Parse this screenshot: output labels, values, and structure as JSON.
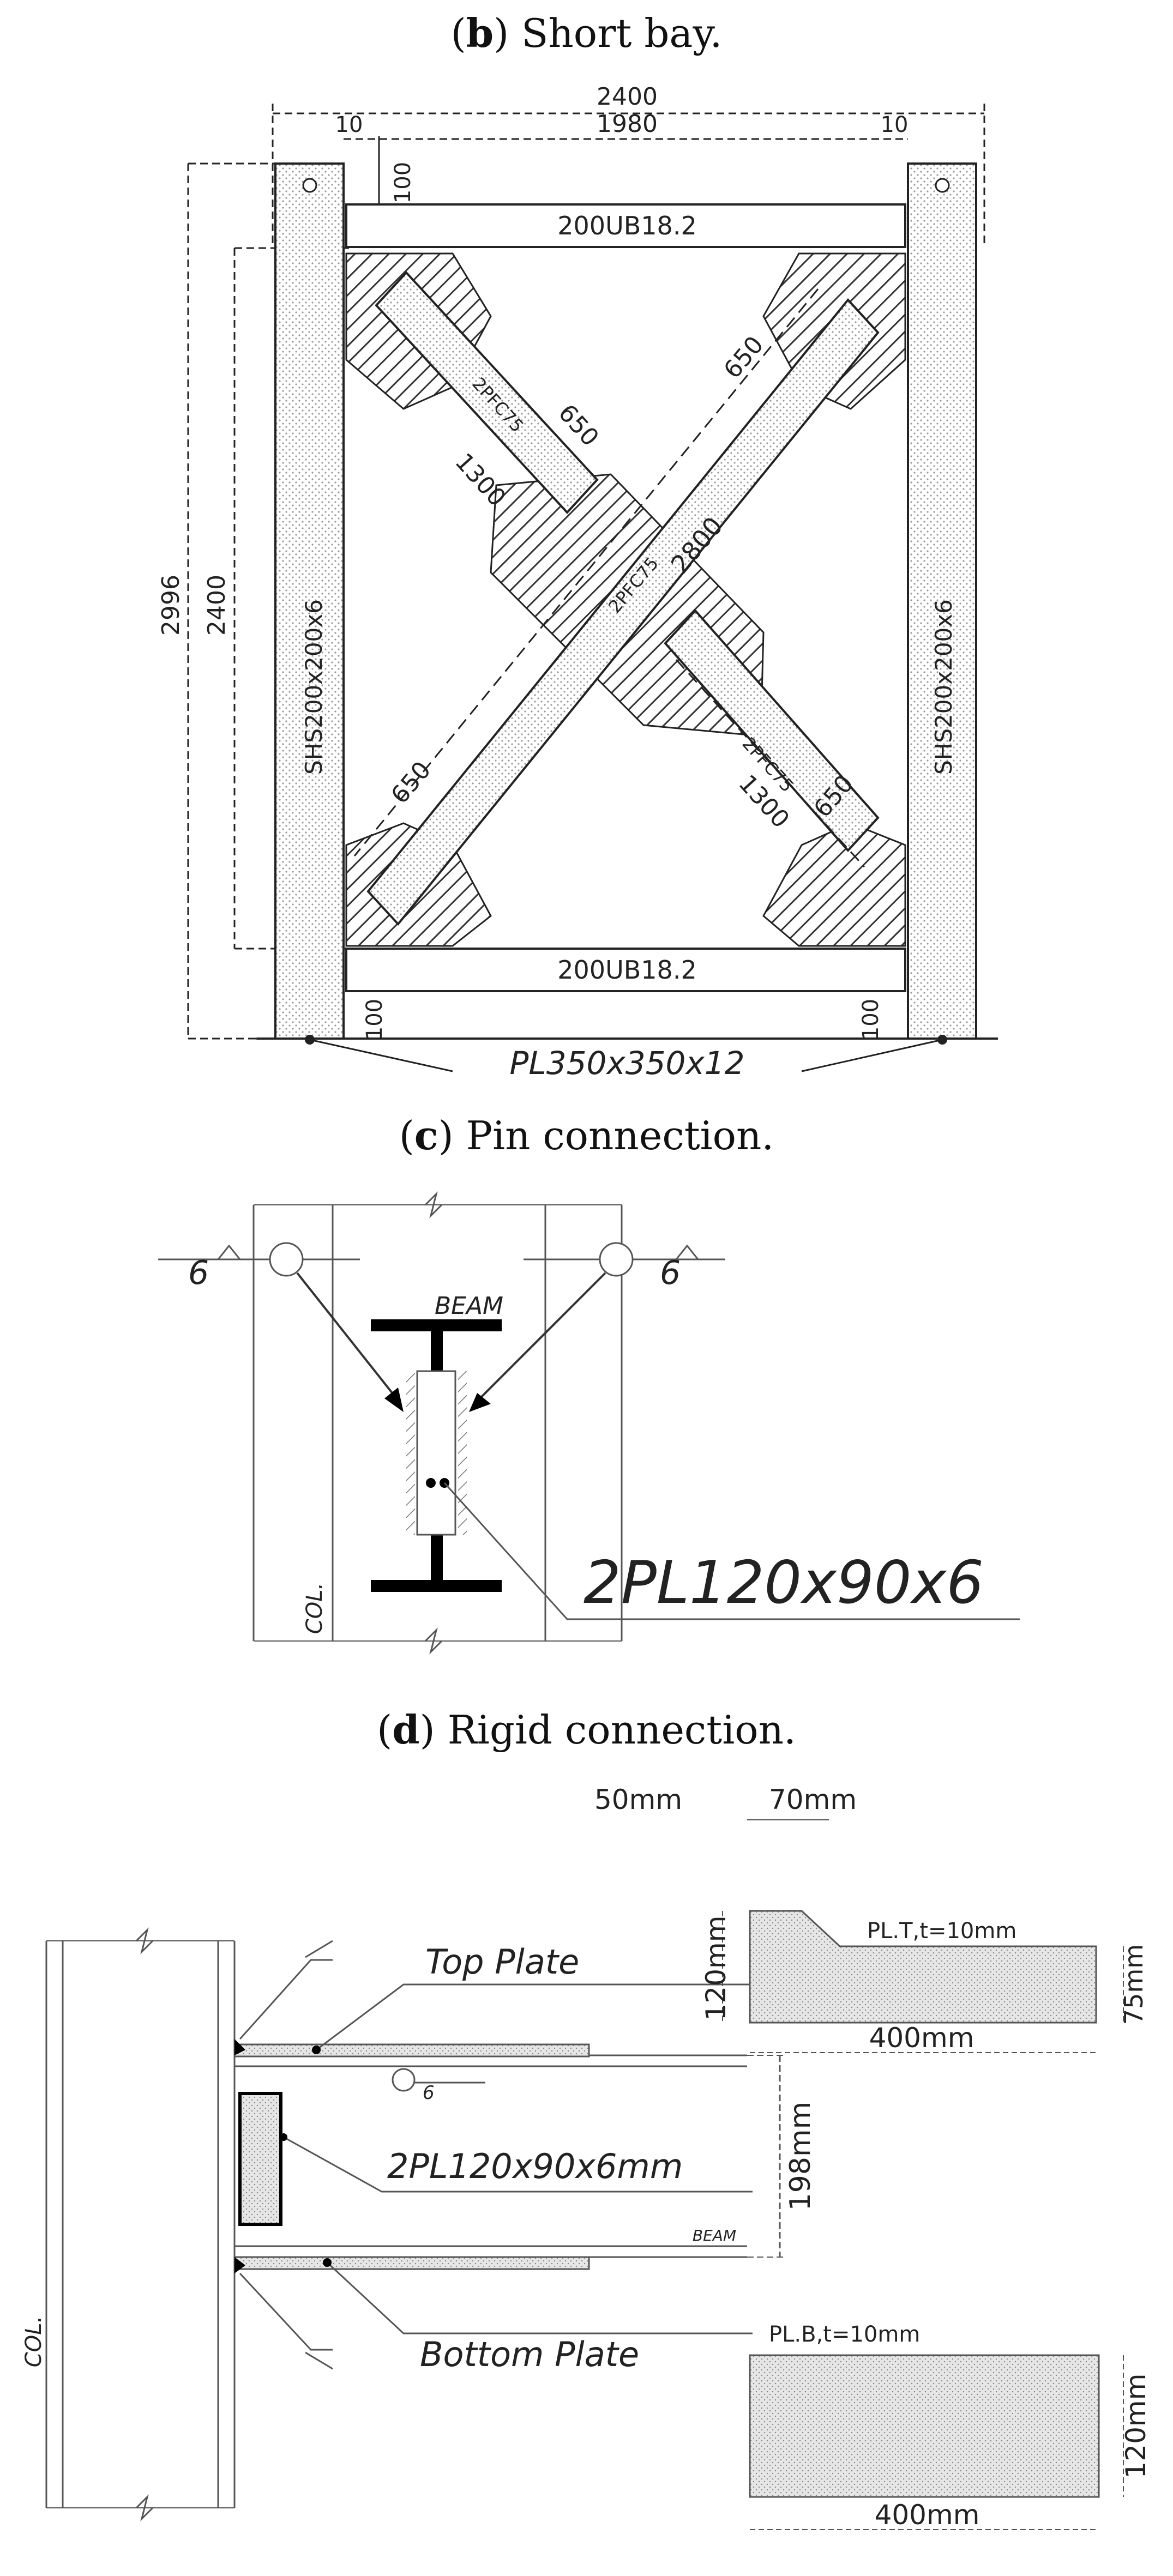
{
  "captions": {
    "b": {
      "letter": "b",
      "text": "Short bay."
    },
    "c": {
      "letter": "c",
      "text": "Pin connection."
    },
    "d": {
      "letter": "d",
      "text": "Rigid connection."
    }
  },
  "short_bay": {
    "dims": {
      "total_width": "2400",
      "inner_width": "1980",
      "col_gap_left": "10",
      "col_gap_right": "10",
      "top_offset": "100",
      "total_height": "2996",
      "inner_height": "2400",
      "bottom_left": "100",
      "bottom_right": "100",
      "brace_len": "2800",
      "seg_650": "650",
      "seg_1300": "1300"
    },
    "beam_top": "200UB18.2",
    "beam_bottom": "200UB18.2",
    "column_left": "SHS200x200x6",
    "column_right": "SHS200x200x6",
    "brace_label": "2PFC75",
    "base_plate": "PL350x350x12"
  },
  "pin_connection": {
    "beam_label": "BEAM",
    "col_label": "COL.",
    "weld_size": "6",
    "plate_label": "2PL120x90x6"
  },
  "rigid_connection": {
    "dim_50": "50mm",
    "dim_70": "70mm",
    "top_plate_spec": "PL.T,t=10mm",
    "top_height": "120mm",
    "top_end": "75mm",
    "top_length": "400mm",
    "top_plate_label": "Top  Plate",
    "plate_label": "2PL120x90x6mm",
    "weld_size": "6",
    "beam_depth": "198mm",
    "beam_label": "BEAM",
    "col_label": "COL.",
    "bottom_plate_label": "Bottom  Plate",
    "bottom_plate_spec": "PL.B,t=10mm",
    "bottom_height": "120mm",
    "bottom_length": "400mm"
  }
}
